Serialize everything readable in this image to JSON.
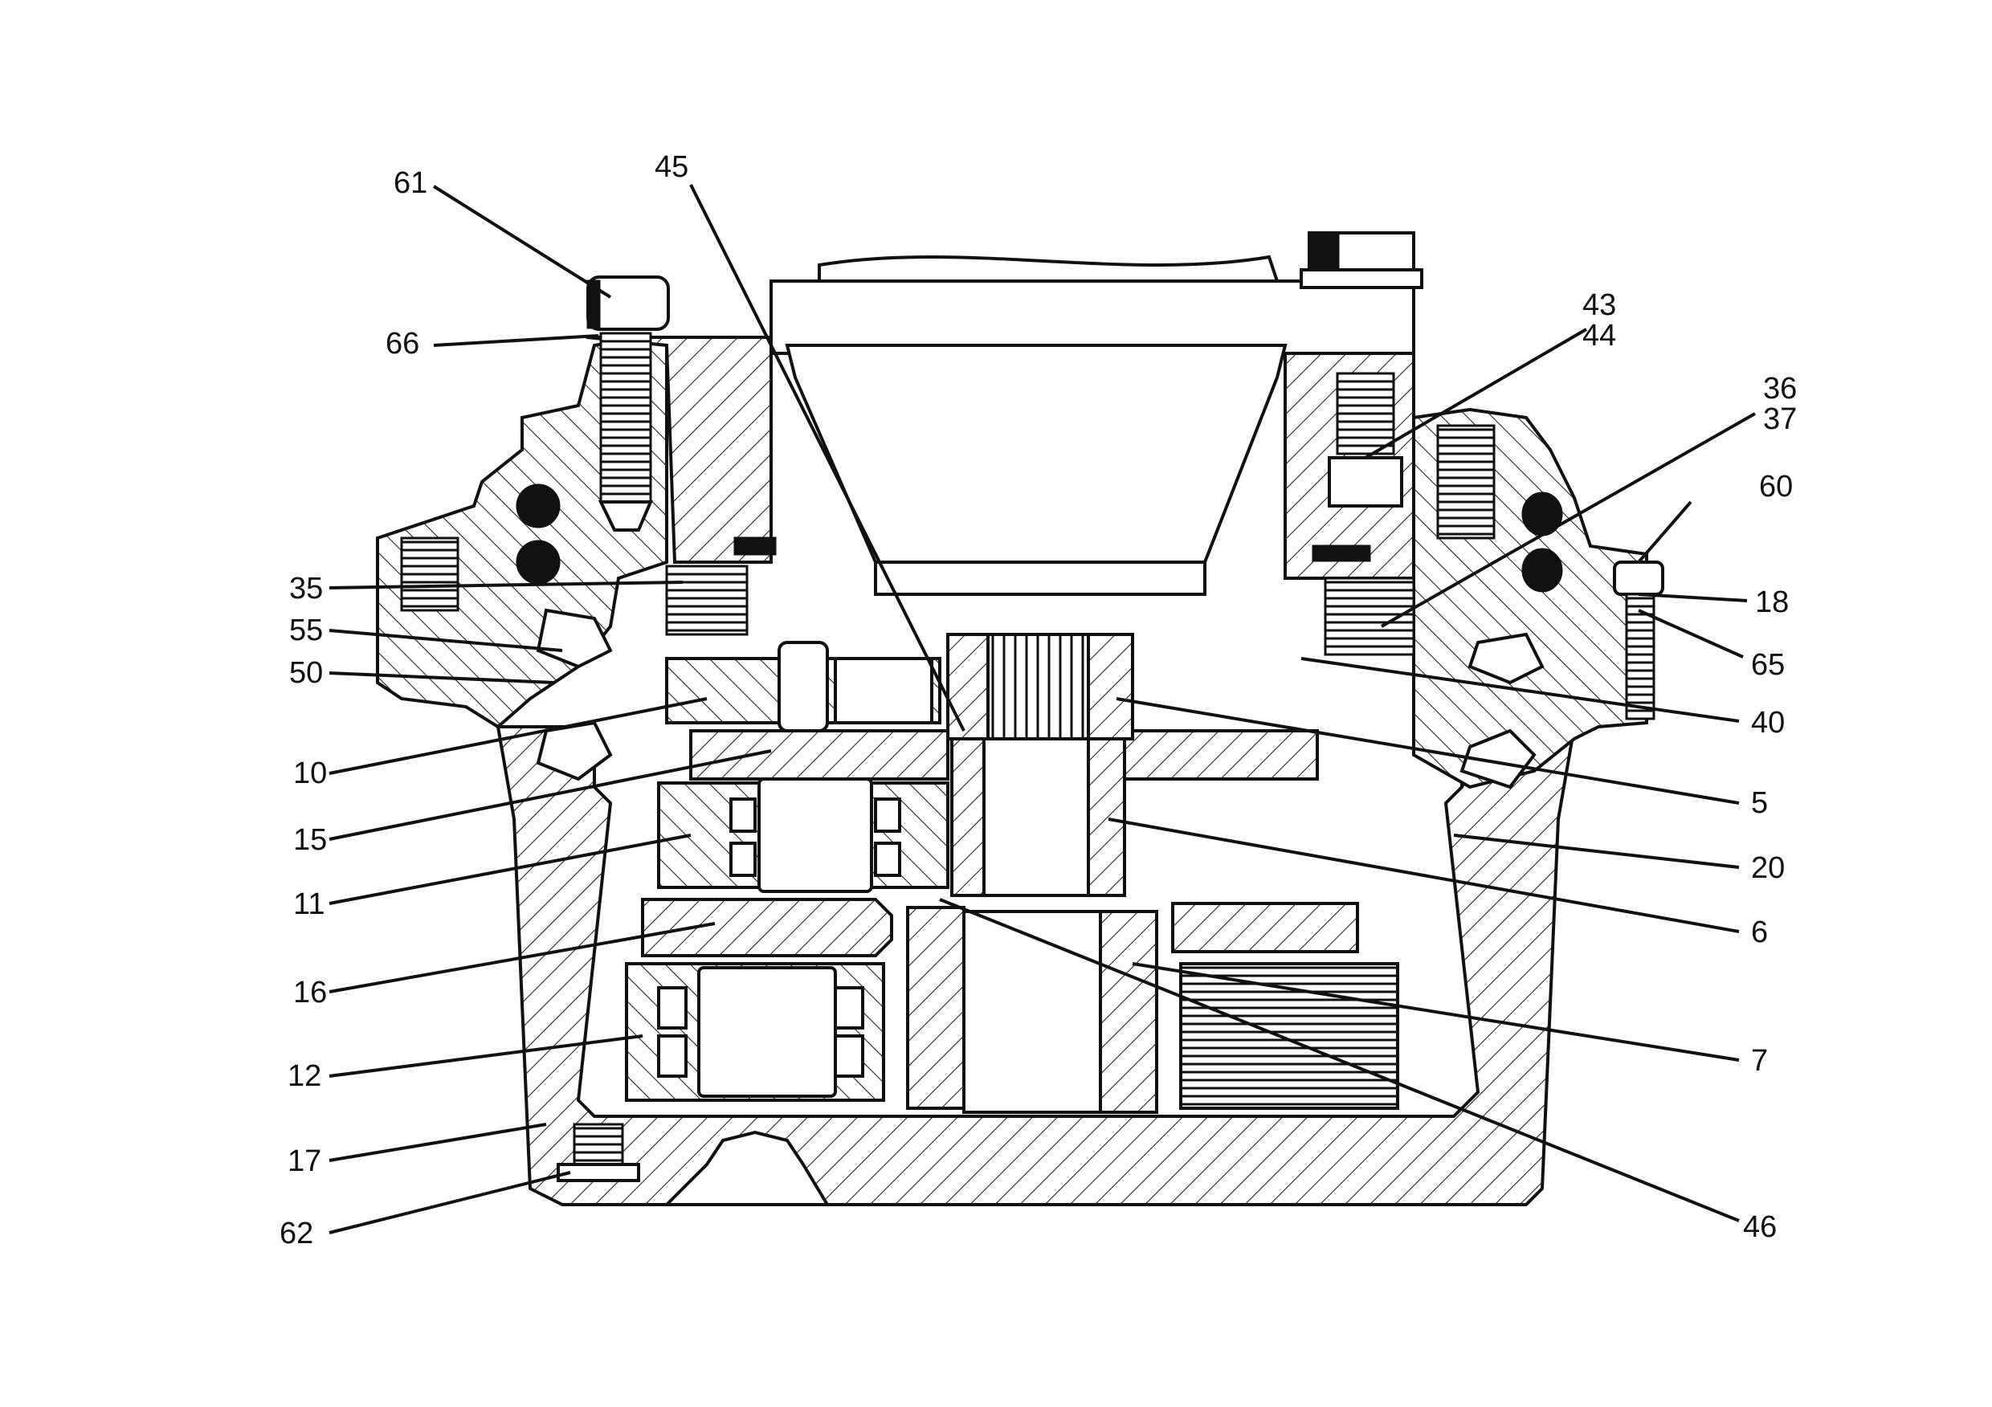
{
  "labels": [
    {
      "id": "61"
    },
    {
      "id": "66"
    },
    {
      "id": "45"
    },
    {
      "id": "43"
    },
    {
      "id": "44"
    },
    {
      "id": "36"
    },
    {
      "id": "37"
    },
    {
      "id": "60"
    },
    {
      "id": "18"
    },
    {
      "id": "65"
    },
    {
      "id": "35"
    },
    {
      "id": "55"
    },
    {
      "id": "50"
    },
    {
      "id": "10"
    },
    {
      "id": "15"
    },
    {
      "id": "11"
    },
    {
      "id": "16"
    },
    {
      "id": "12"
    },
    {
      "id": "17"
    },
    {
      "id": "62"
    },
    {
      "id": "40"
    },
    {
      "id": "5"
    },
    {
      "id": "20"
    },
    {
      "id": "6"
    },
    {
      "id": "7"
    },
    {
      "id": "46"
    }
  ]
}
